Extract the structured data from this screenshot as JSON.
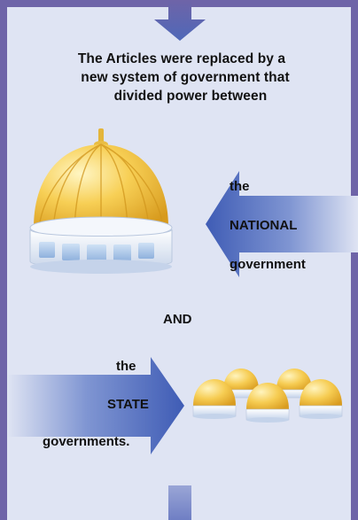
{
  "intro": {
    "line1": "The Articles were replaced by a",
    "line2": "new system of government that",
    "line3": "divided power between"
  },
  "national": {
    "the": "the",
    "name": "NATIONAL",
    "word": "government"
  },
  "connector": "AND",
  "state": {
    "the": "the",
    "name": "STATE",
    "word": "governments."
  },
  "colors": {
    "frame": "#6e64a8",
    "panel": "#dfe4f3",
    "arrow": "#5a66b6",
    "dome": "#f6c94a"
  }
}
